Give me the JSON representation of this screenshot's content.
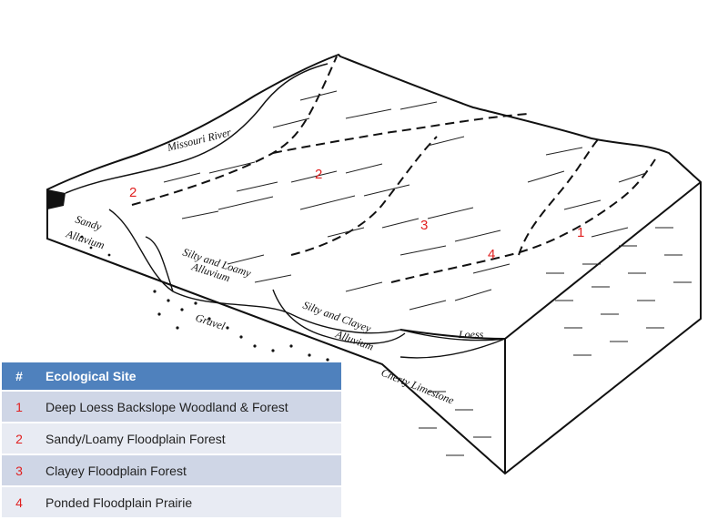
{
  "diagram": {
    "labels": {
      "river": "Missouri River",
      "sandy_1": "Sandy",
      "sandy_2": "Alluvium",
      "silty_loamy_1": "Silty and Loamy",
      "silty_loamy_2": "Alluvium",
      "gravel": "Gravel",
      "silty_clayey_1": "Silty and Clayey",
      "silty_clayey_2": "Alluvium",
      "loess": "Loess",
      "limestone": "Cherty Limestone"
    },
    "site_markers": {
      "m1": "1",
      "m2a": "2",
      "m2b": "2",
      "m3": "3",
      "m4": "4"
    }
  },
  "legend": {
    "header_num": "#",
    "header_site": "Ecological Site",
    "rows": [
      {
        "num": "1",
        "site": "Deep Loess Backslope Woodland & Forest"
      },
      {
        "num": "2",
        "site": "Sandy/Loamy Floodplain Forest"
      },
      {
        "num": "3",
        "site": "Clayey Floodplain Forest"
      },
      {
        "num": "4",
        "site": "Ponded Floodplain Prairie"
      }
    ]
  },
  "colors": {
    "marker": "#e02020",
    "legend_header": "#4f81bd",
    "legend_row_dark": "#cfd6e6",
    "legend_row_light": "#e8ebf3"
  }
}
